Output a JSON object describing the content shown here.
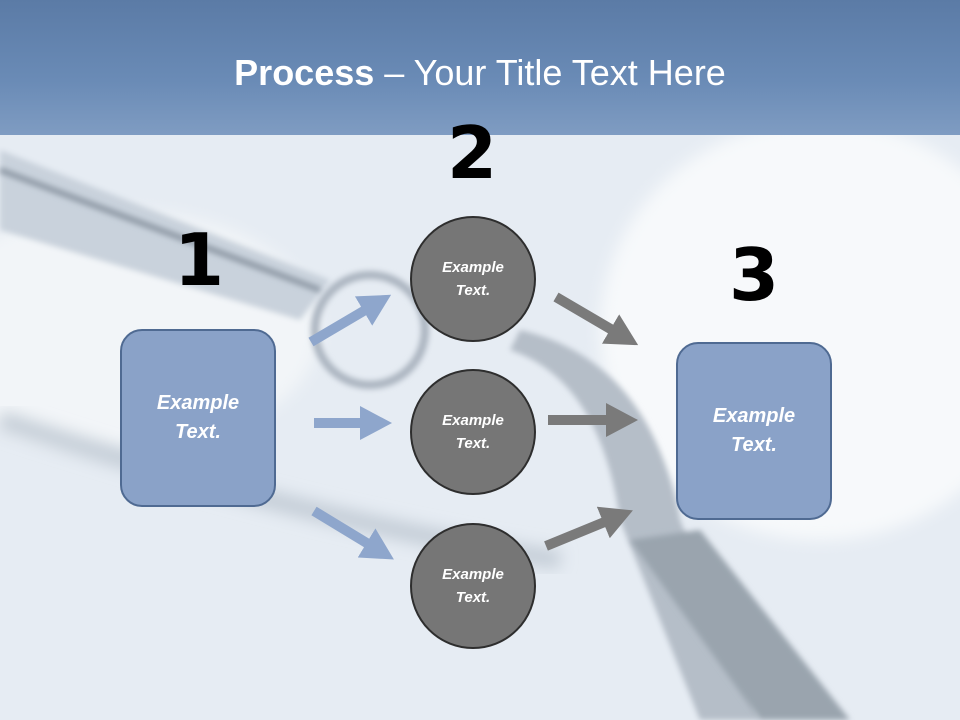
{
  "title": {
    "bold": "Process",
    "rest": " – Your Title Text Here"
  },
  "steps": [
    {
      "number": "1",
      "text": "Example\nText."
    },
    {
      "number": "2"
    },
    {
      "number": "3",
      "text": "Example\nText."
    }
  ],
  "circles": [
    {
      "text": "Example\nText."
    },
    {
      "text": "Example\nText."
    },
    {
      "text": "Example\nText."
    }
  ],
  "colors": {
    "title_band": "#6a8bb6",
    "box_fill": "#8aa2c8",
    "box_border": "#4f6a92",
    "circle_fill": "#767676",
    "circle_border": "#2e2e2e",
    "blue_arrow": "#8ea6cc",
    "gray_arrow": "#7a7a7a"
  }
}
